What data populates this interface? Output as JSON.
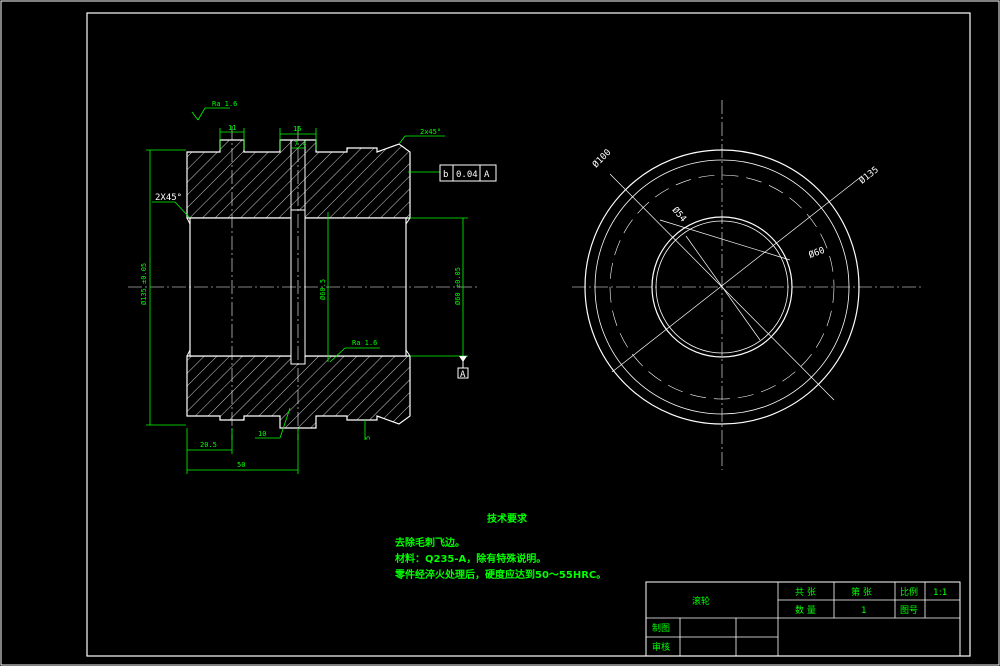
{
  "colors": {
    "background": "#000000",
    "outline": "#ffffff",
    "dimension": "#00ff00",
    "hatch": "#ffffff"
  },
  "front_view": {
    "surface_roughness_top": "Ra 1.6",
    "surface_roughness_bore": "Ra 1.6",
    "dim_groove1_width": "11",
    "dim_groove2_width": "16",
    "dim_groove2_inner": "7.4",
    "chamfer_right": "2x45°",
    "chamfer_left": "2X45°",
    "dim_left_offset": "20.5",
    "dim_total_width": "50",
    "dim_bottom_small": "10",
    "dim_right_small": "5",
    "dim_bore_label": "Ø60.5",
    "dim_inner_right": "Ø60 ±0.05",
    "dim_outer_left": "Ø135 ±0.05",
    "datum_label": "A",
    "tolerance_symbol": "b",
    "tolerance_value": "0.04",
    "tolerance_datum": "A"
  },
  "side_view": {
    "dim_d100": "Ø100",
    "dim_d135": "Ø135",
    "dim_d60": "Ø60",
    "dim_d54": "Ø54"
  },
  "notes": {
    "heading": "技术要求",
    "line1": "去除毛刺飞边。",
    "line2": "材料：Q235-A，除有特殊说明。",
    "line3": "零件经淬火处理后，硬度应达到50～55HRC。"
  },
  "title_block": {
    "part_name": "滚轮",
    "count_label": "共 张",
    "sheet_label": "第 张",
    "scale_label": "比例",
    "scale_value": "1:1",
    "quantity_label": "数 量",
    "quantity_value": "1",
    "drawing_no_label": "图号",
    "drawn_label": "制图",
    "checked_label": "审核"
  }
}
